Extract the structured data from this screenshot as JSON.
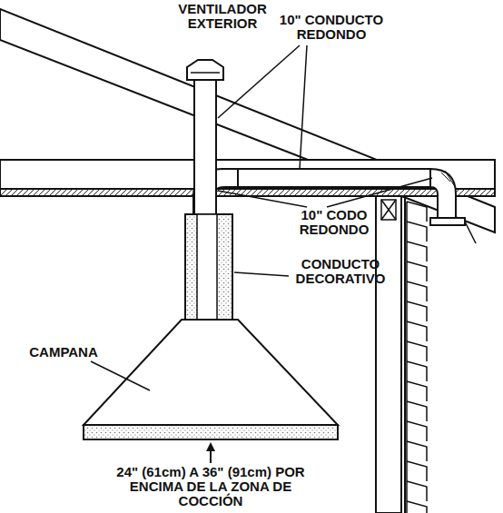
{
  "diagram": {
    "labels": [
      "VENTILADOR EXTERIOR",
      "10\" CONDUCTO REDONDO",
      "10\" CODO REDONDO",
      "CONDUCTO DECORATIVO",
      "CAMPANA",
      "24\" (61cm) A 36\" (91cm) POR ENCIMA DE LA ZONA DE COCCIÓN"
    ]
  }
}
